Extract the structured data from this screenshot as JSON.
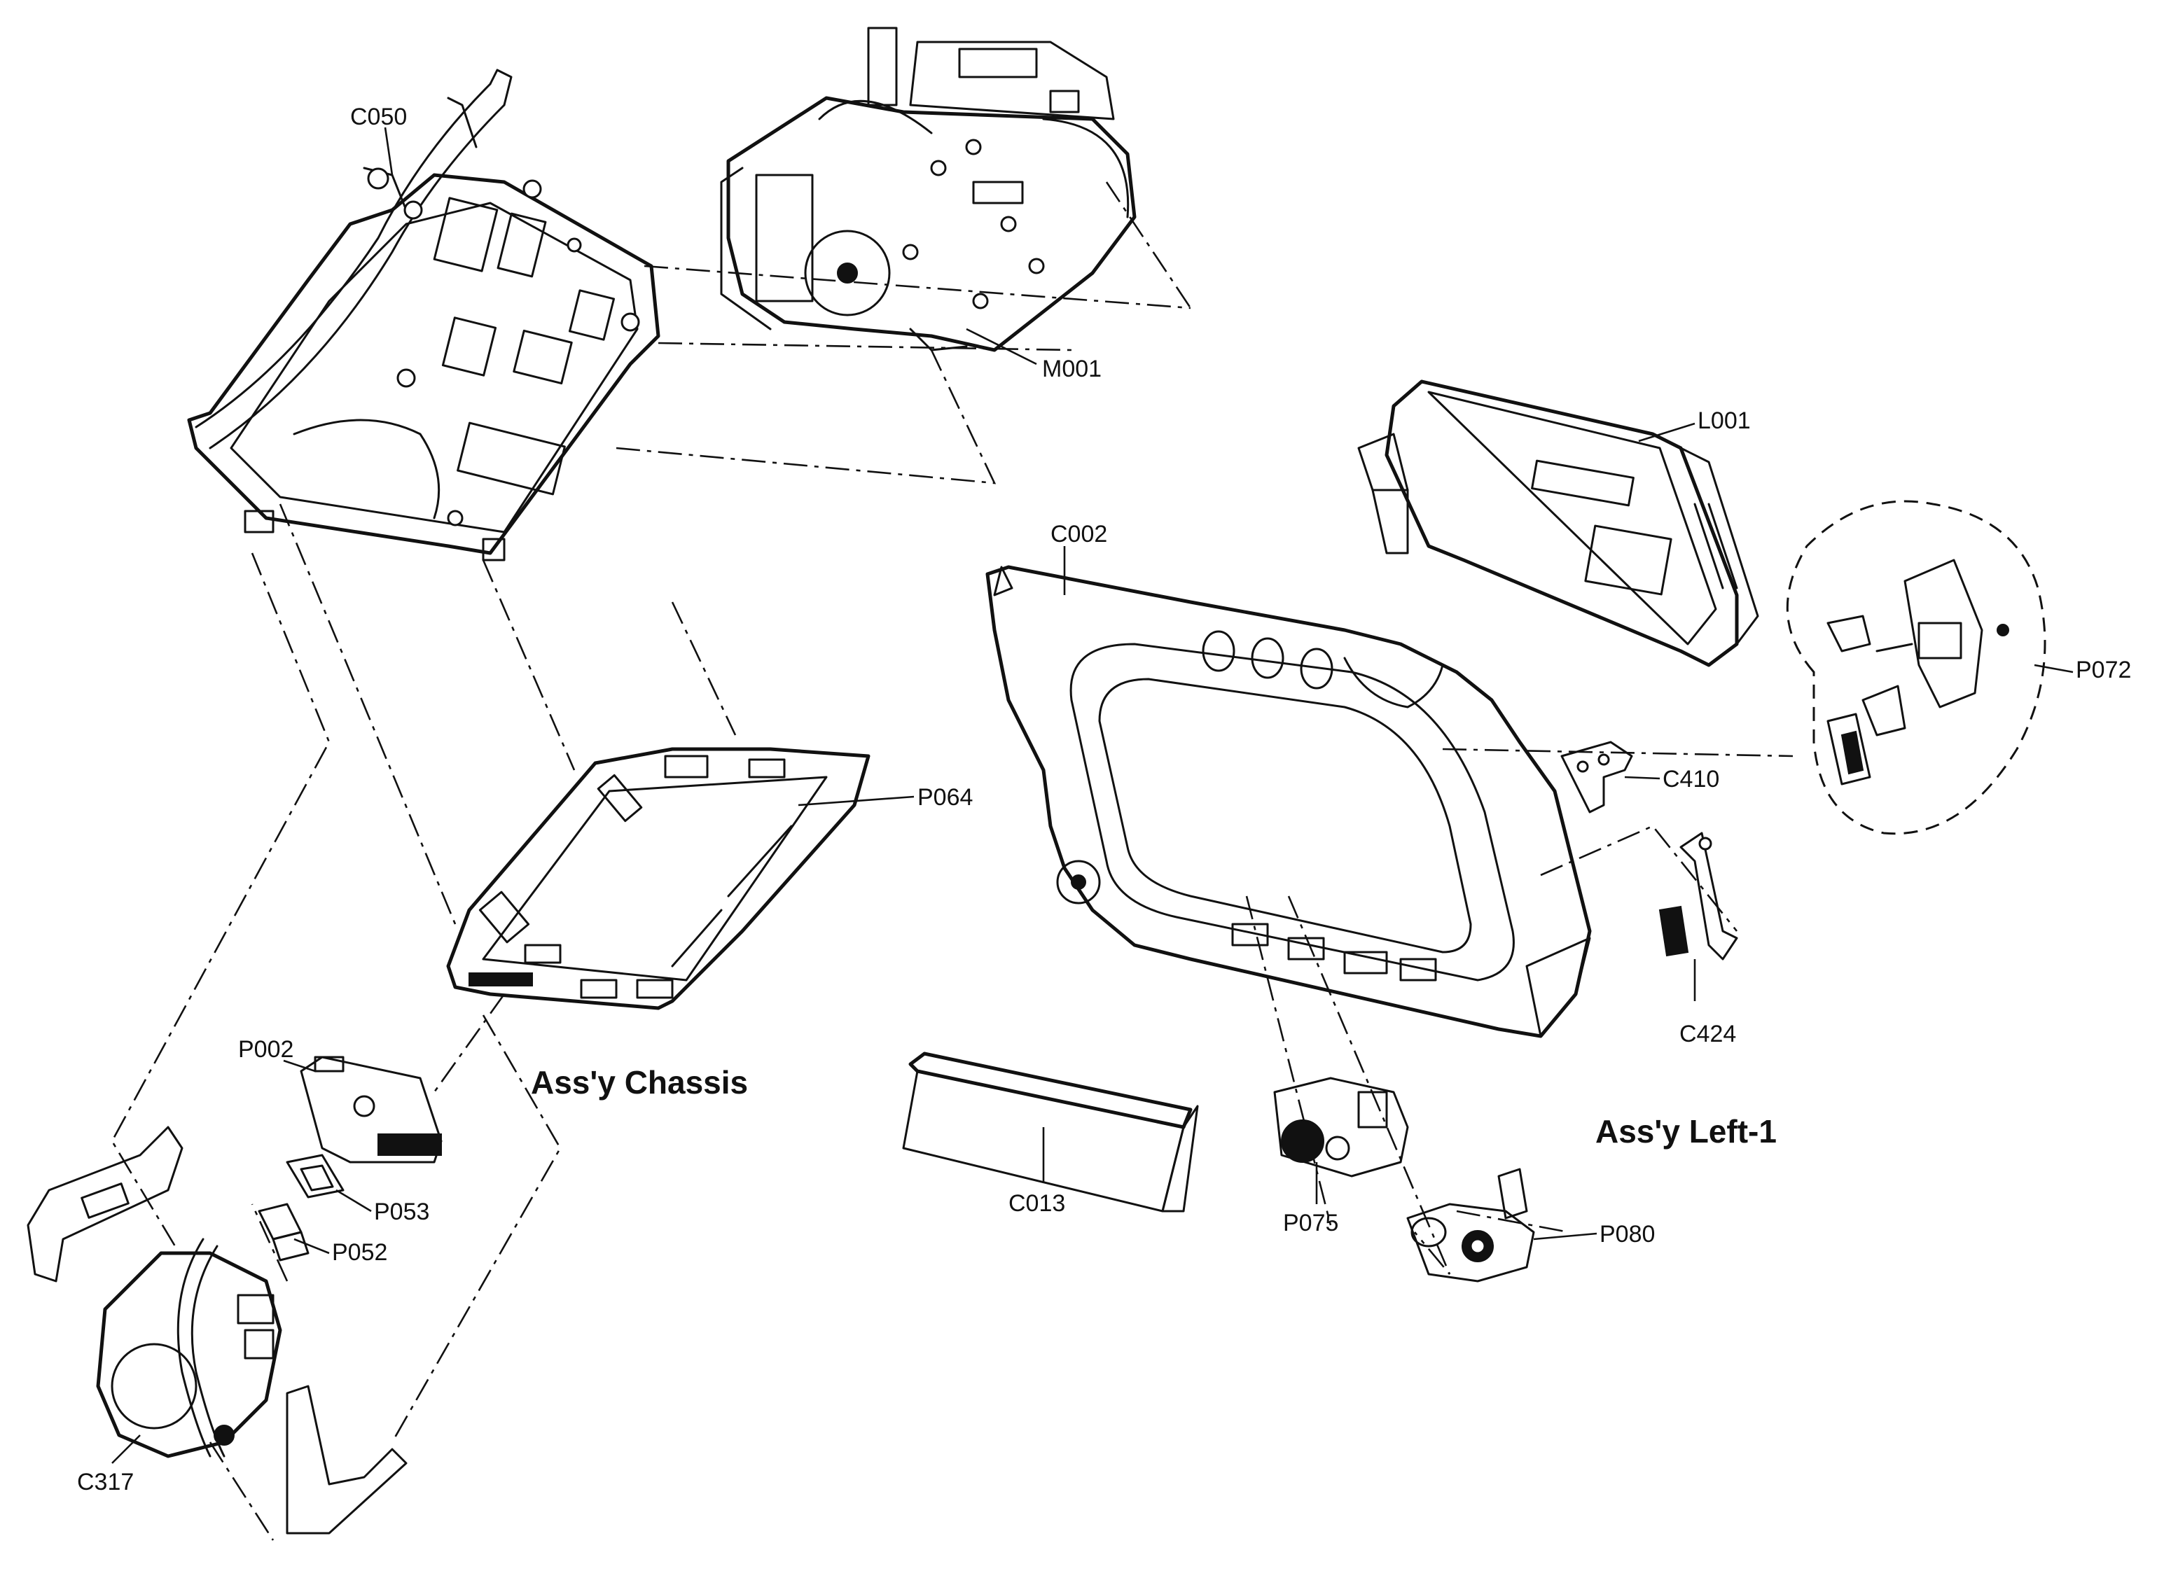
{
  "titles": {
    "assy_chassis": "Ass'y Chassis",
    "assy_left": "Ass'y Left-1"
  },
  "parts": {
    "c050": "C050",
    "m001": "M001",
    "l001": "L001",
    "c002": "C002",
    "p072": "P072",
    "c410": "C410",
    "p064": "P064",
    "c424": "C424",
    "p002": "P002",
    "p053": "P053",
    "p052": "P052",
    "c013": "C013",
    "p075": "P075",
    "p080": "P080",
    "c317": "C317"
  },
  "colors": {
    "ink": "#111111",
    "paper": "#ffffff"
  }
}
